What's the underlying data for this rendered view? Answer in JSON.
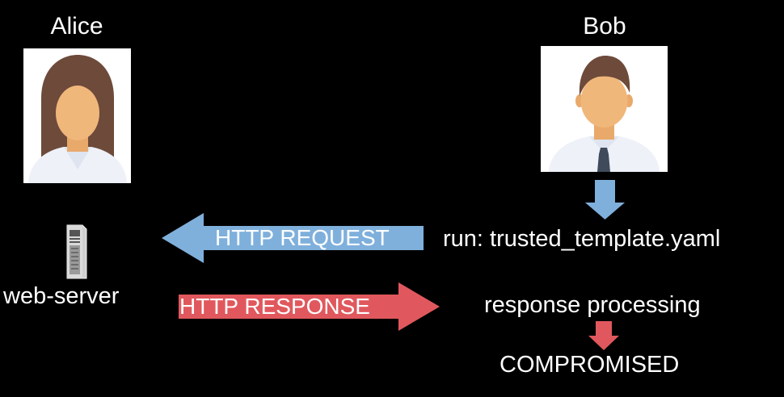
{
  "actors": {
    "alice": {
      "name": "Alice",
      "icon": "woman-avatar-icon"
    },
    "bob": {
      "name": "Bob",
      "icon": "man-avatar-icon"
    }
  },
  "server": {
    "label": "web-server",
    "icon": "server-tower-icon"
  },
  "flow": {
    "request_label": "HTTP REQUEST",
    "response_label": "HTTP RESPONSE",
    "command": "run: trusted_template.yaml",
    "processing": "response processing",
    "result": "COMPROMISED"
  },
  "colors": {
    "background": "#000000",
    "request_arrow": "#7fb0dc",
    "response_arrow": "#e0585d",
    "down_arrow_blue": "#7fb0dc",
    "down_arrow_red": "#e0585d",
    "text": "#ffffff"
  }
}
